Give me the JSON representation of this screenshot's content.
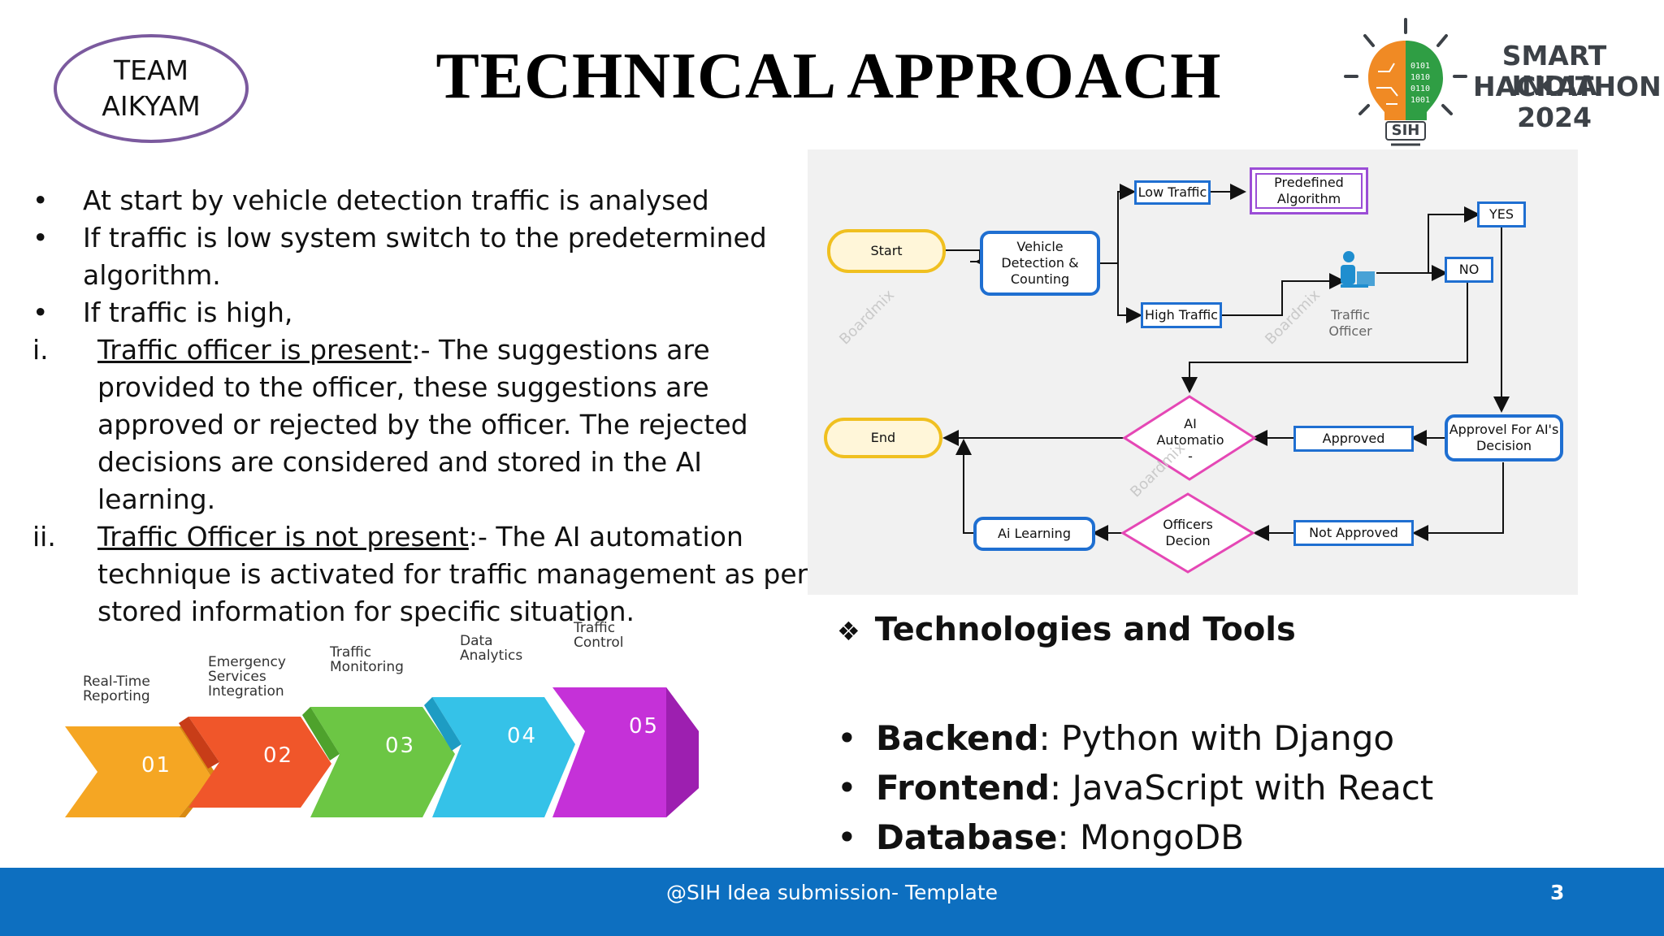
{
  "team": {
    "line1": "TEAM",
    "line2": "AIKYAM"
  },
  "title": "TECHNICAL APPROACH",
  "logo": {
    "line1": "SMART INDIA",
    "line2": "HACKATHON",
    "line3": "2024",
    "badge": "SIH"
  },
  "bullets": [
    {
      "marker": "•",
      "text": "At start by vehicle detection traffic is analysed"
    },
    {
      "marker": "•",
      "text": "If traffic is low system switch to the predetermined algorithm."
    },
    {
      "marker": "•",
      "text": "If traffic is high,"
    },
    {
      "marker": "i.",
      "underlined": "Traffic officer is present",
      "text": ":- The suggestions are provided to the officer, these suggestions are approved or rejected by the officer. The rejected decisions are considered and stored in the AI learning."
    },
    {
      "marker": "ii.",
      "underlined": "Traffic Officer is not present",
      "text": ":- The AI automation technique is activated for traffic management as per stored information for specific situation."
    }
  ],
  "flowchart": {
    "start": "Start",
    "vehicle_detection": "Vehicle Detection & Counting",
    "low_traffic": "Low Traffic",
    "predefined": "Predefined Algorithm",
    "high_traffic": "High Traffic",
    "traffic_officer": "Traffic Officer",
    "yes": "YES",
    "no": "NO",
    "end": "End",
    "ai_automation": "AI Automatio -",
    "approved": "Approved",
    "approval": "Approvel For AI's Decision",
    "ai_learning": "Ai Learning",
    "officers_decision": "Officers Decion",
    "not_approved": "Not Approved",
    "watermark": "Boardmix"
  },
  "steps": [
    {
      "num": "01",
      "label": "Real-Time Reporting",
      "color": "#f5a623"
    },
    {
      "num": "02",
      "label": "Emergency Services Integration",
      "color": "#f0562a"
    },
    {
      "num": "03",
      "label": "Traffic Monitoring",
      "color": "#6cc644"
    },
    {
      "num": "04",
      "label": "Data Analytics",
      "color": "#35c2e8"
    },
    {
      "num": "05",
      "label": "Traffic Control",
      "color": "#c531d8"
    }
  ],
  "tech": {
    "heading": "Technologies and Tools",
    "items": [
      {
        "key": "Backend",
        "value": ": Python with Django"
      },
      {
        "key": "Frontend",
        "value": ": JavaScript with React"
      },
      {
        "key": "Database",
        "value": ": MongoDB"
      }
    ]
  },
  "footer": {
    "text": "@SIH Idea submission- Template",
    "page": "3"
  }
}
